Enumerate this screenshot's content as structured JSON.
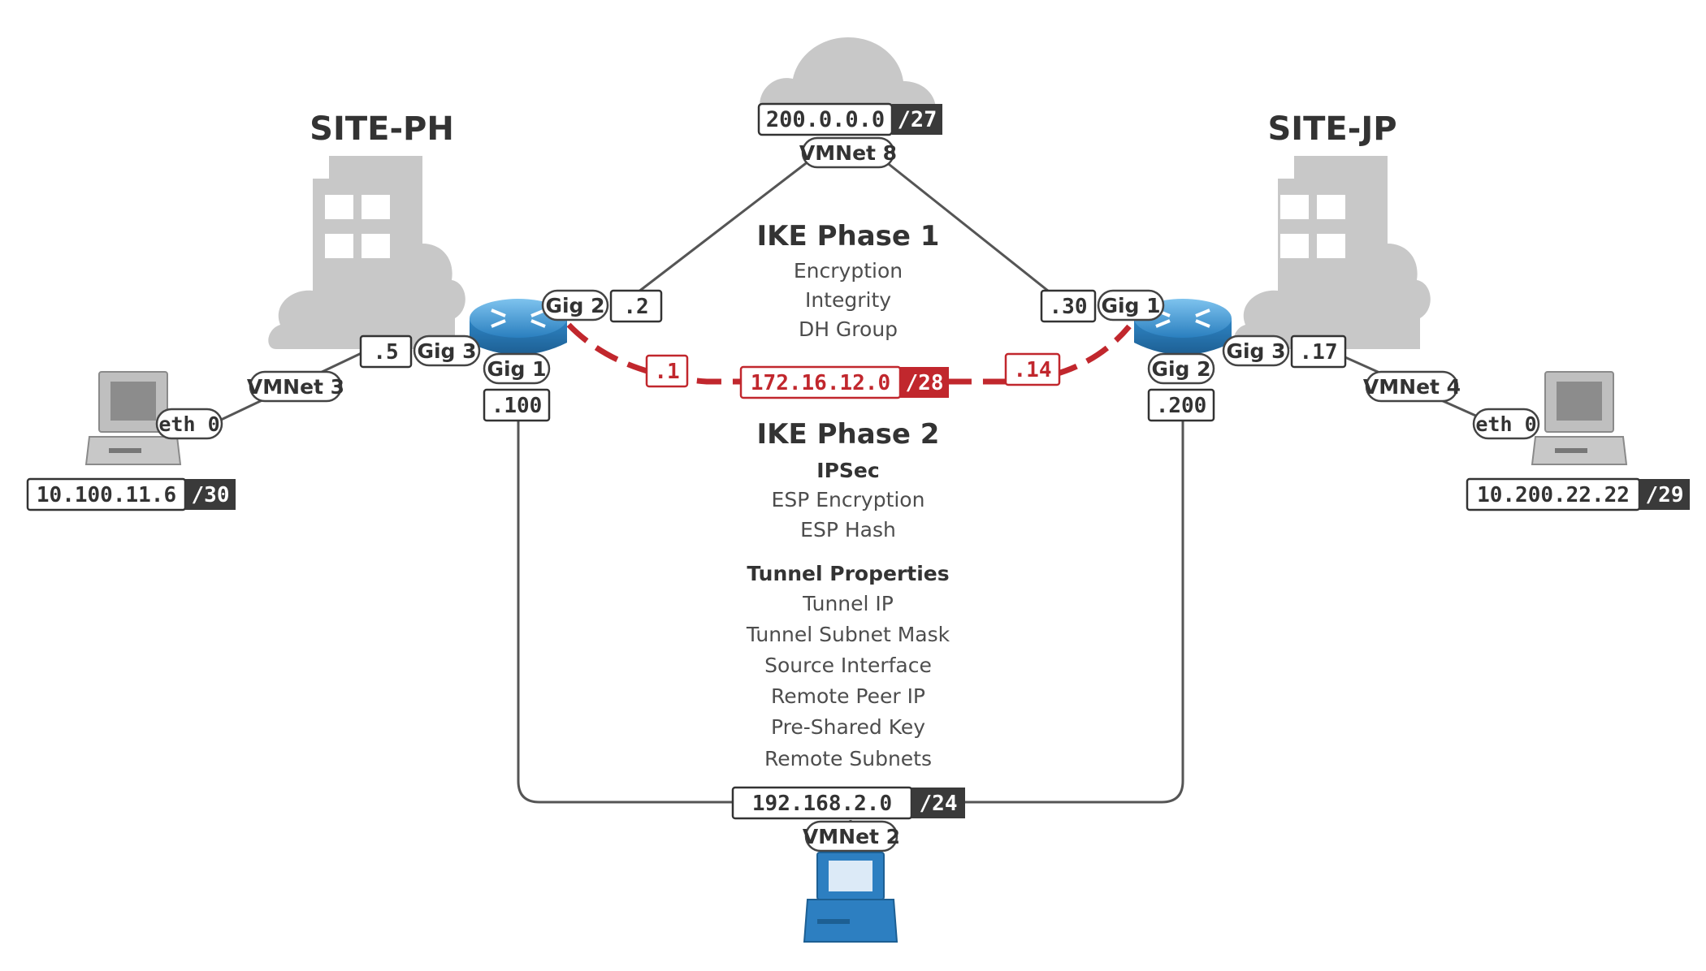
{
  "sites": {
    "ph": {
      "title": "SITE-PH"
    },
    "jp": {
      "title": "SITE-JP"
    }
  },
  "clouds": {
    "wan": {
      "network": "200.0.0.0",
      "prefix": "/27",
      "vmnet": "VMNet 8"
    }
  },
  "tunnel": {
    "network": "172.16.12.0",
    "prefix": "/28",
    "left_host": ".1",
    "right_host": ".14",
    "color": "#c1272d"
  },
  "lan_bottom": {
    "network": "192.168.2.0",
    "prefix": "/24",
    "vmnet": "VMNet 2"
  },
  "router_ph": {
    "gig2": "Gig 2",
    "gig2_host": ".2",
    "gig3": "Gig 3",
    "gig3_host": ".5",
    "gig1": "Gig 1",
    "gig1_host": ".100"
  },
  "router_jp": {
    "gig1": "Gig 1",
    "gig1_host": ".30",
    "gig3": "Gig 3",
    "gig3_host": ".17",
    "gig2": "Gig 2",
    "gig2_host": ".200"
  },
  "pc_ph": {
    "vmnet": "VMNet 3",
    "iface": "eth 0",
    "ip": "10.100.11.6",
    "prefix": "/30"
  },
  "pc_jp": {
    "vmnet": "VMNet 4",
    "iface": "eth 0",
    "ip": "10.200.22.22",
    "prefix": "/29"
  },
  "ike_phase1": {
    "title": "IKE Phase 1",
    "items": [
      "Encryption",
      "Integrity",
      "DH Group"
    ]
  },
  "ike_phase2": {
    "title": "IKE Phase 2",
    "ipsec_title": "IPSec",
    "ipsec_items": [
      "ESP Encryption",
      "ESP Hash"
    ],
    "tunnel_title": "Tunnel Properties",
    "tunnel_items": [
      "Tunnel IP",
      "Tunnel Subnet Mask",
      "Source Interface",
      "Remote Peer IP",
      "Pre-Shared Key",
      "Remote Subnets"
    ]
  },
  "colors": {
    "router": "#2d7fc1",
    "dark_badge": "#3a3a3a",
    "icon_gray": "#c8c8c8"
  }
}
